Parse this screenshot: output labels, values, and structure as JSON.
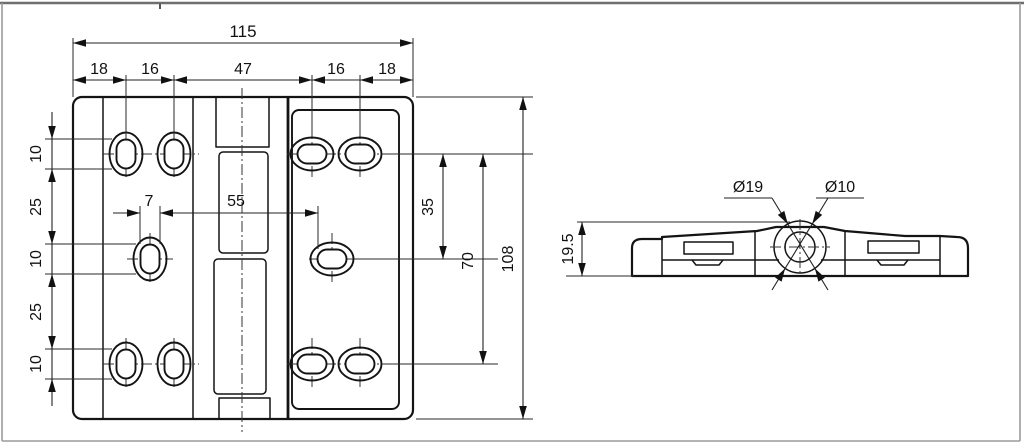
{
  "drawing": {
    "type": "engineering-dimension-drawing",
    "subject": "hinge",
    "front_view": {
      "total_width": "115",
      "width_segments": [
        "18",
        "16",
        "47",
        "16",
        "18"
      ],
      "height_chain": [
        "10",
        "25",
        "10",
        "25",
        "10"
      ],
      "slot_width": "7",
      "slot_gap": "55",
      "hole_pitch_half": "35",
      "hole_pitch_full": "70",
      "total_height": "108"
    },
    "side_view": {
      "knuckle_diameter": "Ø19",
      "pin_hole_diameter": "Ø10",
      "leaf_height": "19.5"
    },
    "colors": {
      "body_fill": "#cdd4d8",
      "line": "#141414",
      "frame": "#9b9b9b"
    }
  }
}
